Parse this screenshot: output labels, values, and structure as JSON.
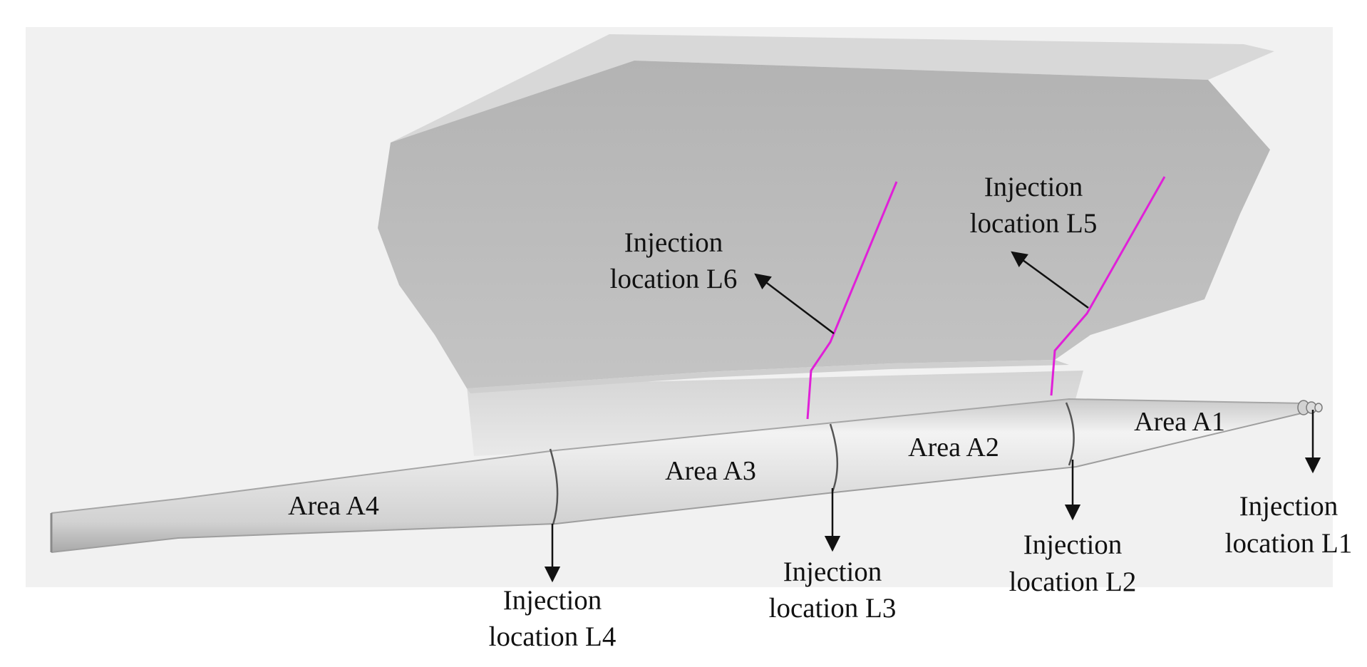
{
  "colors": {
    "background": "#ffffff",
    "viewport_background": "#f1f1f1",
    "body_fill": "#b9b9b9",
    "body_top": "#d6d6d6",
    "fin_fill": "#e0e0e0",
    "pipe_light": "#f2f2f2",
    "pipe_dark": "#b4b4b4",
    "injection_line": "#e020d8",
    "arrow": "#111111",
    "text": "#111111"
  },
  "areas": [
    {
      "id": "A4",
      "label": "Area A4"
    },
    {
      "id": "A3",
      "label": "Area A3"
    },
    {
      "id": "A2",
      "label": "Area A2"
    },
    {
      "id": "A1",
      "label": "Area A1"
    }
  ],
  "injections": [
    {
      "id": "L1",
      "line1": "Injection",
      "line2": "location L1"
    },
    {
      "id": "L2",
      "line1": "Injection",
      "line2": "location L2"
    },
    {
      "id": "L3",
      "line1": "Injection",
      "line2": "location L3"
    },
    {
      "id": "L4",
      "line1": "Injection",
      "line2": "location L4"
    },
    {
      "id": "L5",
      "line1": "Injection",
      "line2": "location L5"
    },
    {
      "id": "L6",
      "line1": "Injection",
      "line2": "location L6"
    }
  ]
}
